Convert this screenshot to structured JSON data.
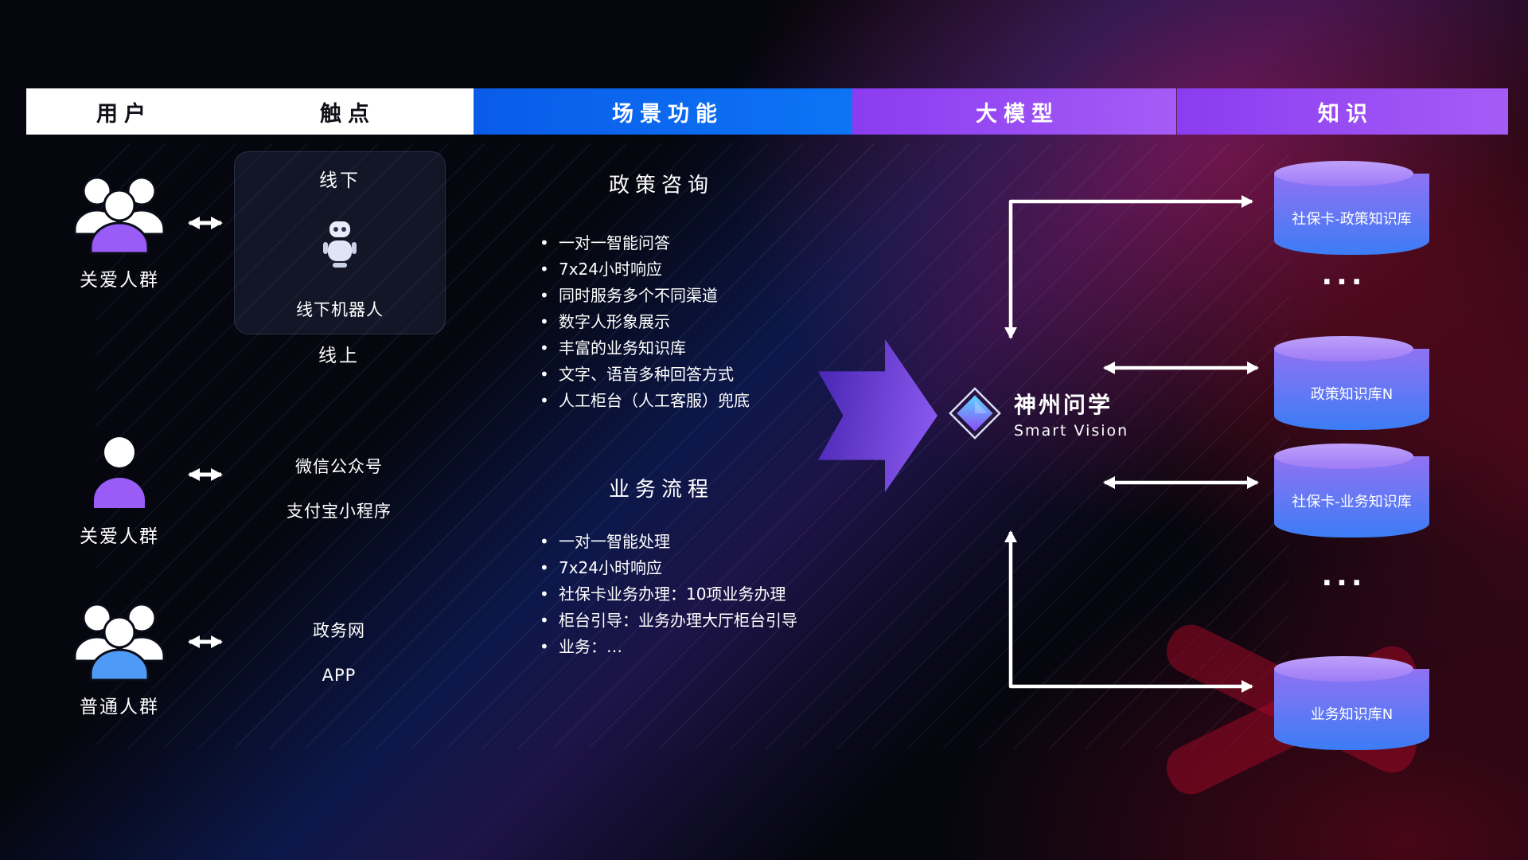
{
  "colors": {
    "background": "#05060e",
    "red_glow": "#c01032",
    "accent_blue": "#0b6cee",
    "accent_purple": "#9a4ff0",
    "arrow_white": "#ffffff",
    "db_gradient_top": "#bfa0fa",
    "db_gradient_bottom": "#3b7cf5",
    "user_purple": "#9a5cf6",
    "user_blue": "#4d9bf5"
  },
  "icons": {
    "user_group": "people-group-icon",
    "user_single": "person-icon",
    "robot": "robot-icon",
    "logo_mark": "diamond-logo-icon",
    "database": "database-cylinder-icon",
    "flow": "big-right-arrow-icon",
    "link": "double-headed-arrow-icon"
  },
  "header": {
    "columns": [
      {
        "label": "用户"
      },
      {
        "label": "触点"
      },
      {
        "label": "场景功能"
      },
      {
        "label": "大模型"
      },
      {
        "label": "知识"
      }
    ]
  },
  "users": {
    "groups": [
      {
        "label": "关爱人群"
      },
      {
        "label": "关爱人群"
      },
      {
        "label": "普通人群"
      }
    ]
  },
  "touchpoints": {
    "offline": {
      "title": "线下",
      "robot_caption": "线下机器人"
    },
    "online_title": "线上",
    "online_channels": [
      "微信公众号",
      "支付宝小程序"
    ],
    "gov_channels": [
      "政务网",
      "APP"
    ]
  },
  "scenarios": {
    "policy": {
      "title": "政策咨询",
      "items": [
        "一对一智能问答",
        "7x24小时响应",
        "同时服务多个不同渠道",
        "数字人形象展示",
        "丰富的业务知识库",
        "文字、语音多种回答方式",
        "人工柜台（人工客服）兜底"
      ]
    },
    "business": {
      "title": "业务流程",
      "items": [
        "一对一智能处理",
        "7x24小时响应",
        "社保卡业务办理：10项业务办理",
        "柜台引导：业务办理大厅柜台引导",
        "业务：…"
      ]
    }
  },
  "model": {
    "name": "神州问学",
    "subtitle": "Smart Vision"
  },
  "knowledge": {
    "items": [
      {
        "label": "社保卡-政策知识库"
      },
      {
        "label": "···"
      },
      {
        "label": "政策知识库N"
      },
      {
        "label": "社保卡-业务知识库"
      },
      {
        "label": "···"
      },
      {
        "label": "业务知识库N"
      }
    ]
  }
}
